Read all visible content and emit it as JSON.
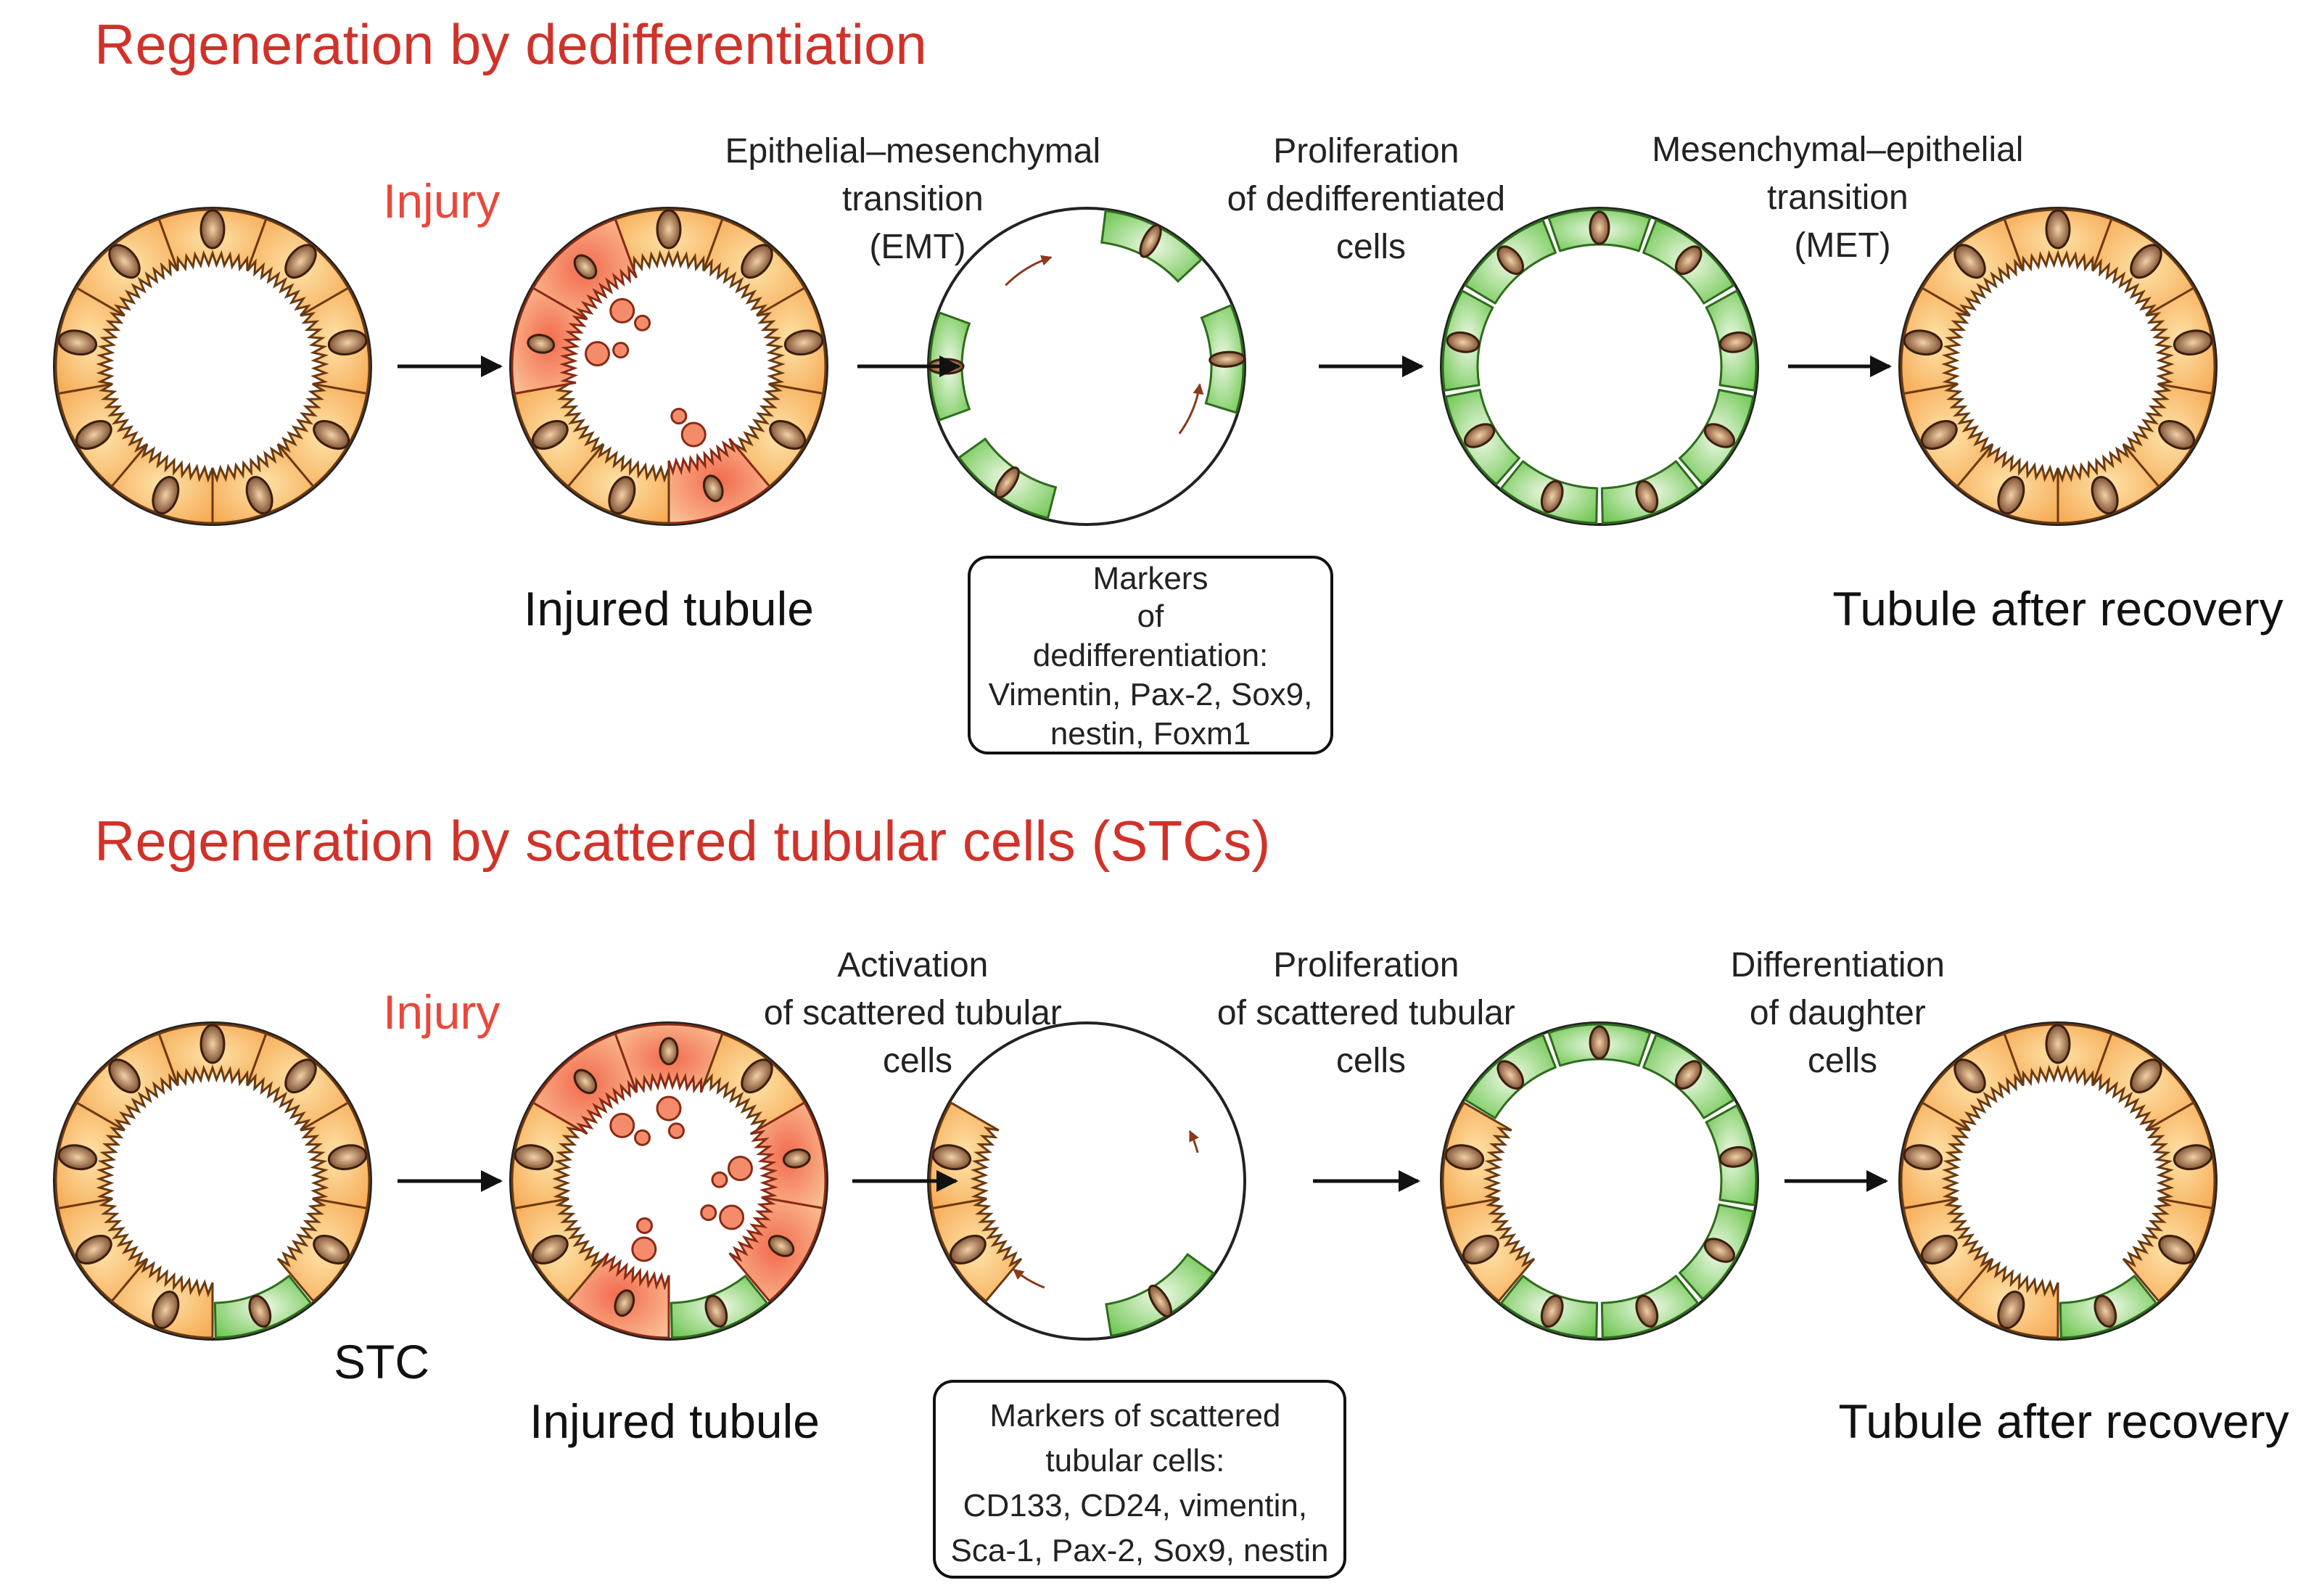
{
  "colors": {
    "title": "#d0322a",
    "injury": "#e8483c",
    "orange_cell": "#f6a24a",
    "orange_light": "#fde3a8",
    "green_cell": "#5cbf3c",
    "green_light": "#e4f5d9",
    "damage": "#f27a5c"
  },
  "top": {
    "title": "Regeneration by dedifferentiation",
    "injury": "Injury",
    "step1": [
      "Epithelial–mesenchymal",
      "transition",
      "(EMT)"
    ],
    "step2": [
      "Proliferation",
      "of dedifferentiated",
      "cells"
    ],
    "step3": [
      "Mesenchymal–epithelial",
      "transition",
      "(MET)"
    ],
    "label_injured": "Injured tubule",
    "label_recovery": "Tubule after recovery",
    "markers": [
      "Markers",
      "of",
      "dedifferentiation:",
      "Vimentin, Pax-2, Sox9,",
      "nestin, Foxm1"
    ]
  },
  "bottom": {
    "title": "Regeneration by scattered tubular cells (STCs)",
    "injury": "Injury",
    "stc": "STC",
    "step1": [
      "Activation",
      "of scattered tubular",
      "cells"
    ],
    "step2": [
      "Proliferation",
      "of scattered tubular",
      "cells"
    ],
    "step3": [
      "Differentiation",
      "of daughter",
      "cells"
    ],
    "label_injured": "Injured tubule",
    "label_recovery": "Tubule after recovery",
    "markers": [
      "Markers of scattered",
      "tubular cells:",
      "CD133, CD24, vimentin,",
      "Sca-1, Pax-2, Sox9, nestin"
    ]
  }
}
